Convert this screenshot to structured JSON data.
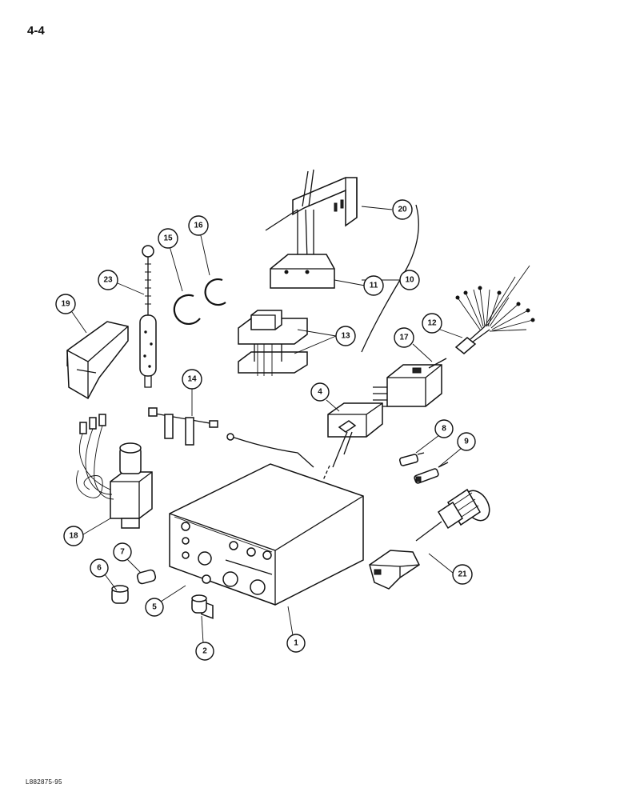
{
  "page": {
    "number": "4-4",
    "figure_code": "L882875-95"
  },
  "callouts": [
    {
      "label": "1"
    },
    {
      "label": "2"
    },
    {
      "label": "4"
    },
    {
      "label": "5"
    },
    {
      "label": "6"
    },
    {
      "label": "7"
    },
    {
      "label": "8"
    },
    {
      "label": "9"
    },
    {
      "label": "10"
    },
    {
      "label": "11"
    },
    {
      "label": "12"
    },
    {
      "label": "13"
    },
    {
      "label": "14"
    },
    {
      "label": "15"
    },
    {
      "label": "16"
    },
    {
      "label": "17"
    },
    {
      "label": "18"
    },
    {
      "label": "19"
    },
    {
      "label": "20"
    },
    {
      "label": "21"
    },
    {
      "label": "23"
    }
  ]
}
